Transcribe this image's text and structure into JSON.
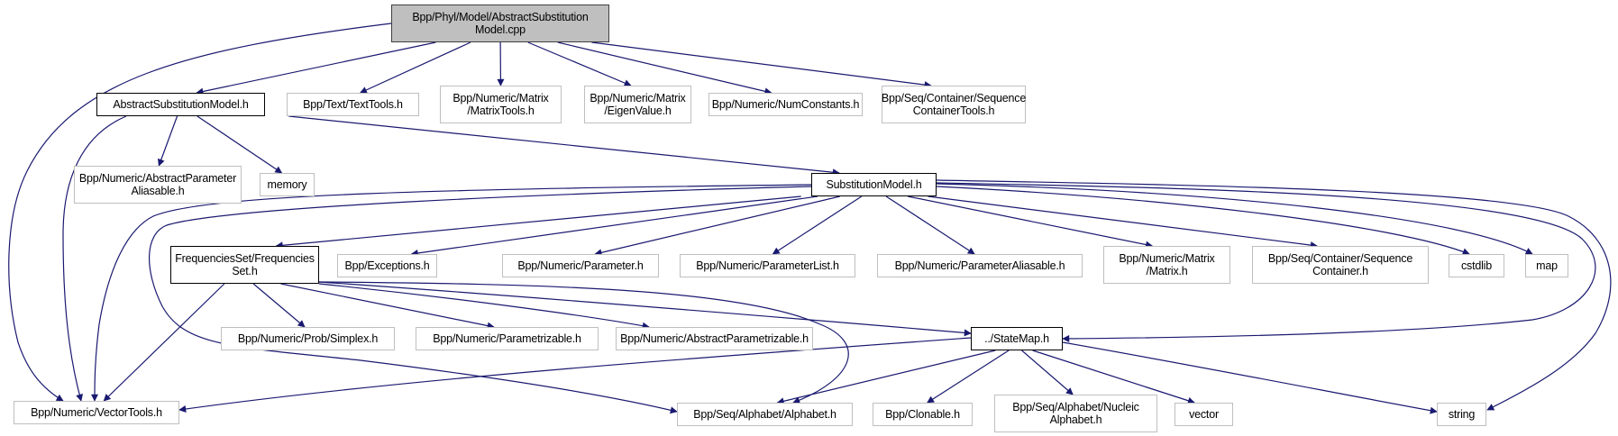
{
  "diagram": {
    "type": "include-dependency-graph",
    "edge_color": "#191970",
    "node_border_color": "#bfbfbf",
    "documented_border_color": "#000000",
    "root_fill_color": "#bfbfbf",
    "nodes": [
      {
        "id": "root",
        "label": "Bpp/Phyl/Model/AbstractSubstitution\nModel.cpp",
        "kind": "root"
      },
      {
        "id": "asm_h",
        "label": "AbstractSubstitutionModel.h",
        "kind": "documented"
      },
      {
        "id": "texttools",
        "label": "Bpp/Text/TextTools.h",
        "kind": "external"
      },
      {
        "id": "matrixtools",
        "label": "Bpp/Numeric/Matrix\n/MatrixTools.h",
        "kind": "external"
      },
      {
        "id": "eigenvalue",
        "label": "Bpp/Numeric/Matrix\n/EigenValue.h",
        "kind": "external"
      },
      {
        "id": "numconstants",
        "label": "Bpp/Numeric/NumConstants.h",
        "kind": "external"
      },
      {
        "id": "seqconttools",
        "label": "Bpp/Seq/Container/Sequence\nContainerTools.h",
        "kind": "external"
      },
      {
        "id": "absparamalias",
        "label": "Bpp/Numeric/AbstractParameter\nAliasable.h",
        "kind": "external"
      },
      {
        "id": "memory",
        "label": "memory",
        "kind": "external"
      },
      {
        "id": "sm_h",
        "label": "SubstitutionModel.h",
        "kind": "documented"
      },
      {
        "id": "freqset",
        "label": "FrequenciesSet/Frequencies\nSet.h",
        "kind": "documented"
      },
      {
        "id": "exceptions",
        "label": "Bpp/Exceptions.h",
        "kind": "external"
      },
      {
        "id": "parameter",
        "label": "Bpp/Numeric/Parameter.h",
        "kind": "external"
      },
      {
        "id": "paramlist",
        "label": "Bpp/Numeric/ParameterList.h",
        "kind": "external"
      },
      {
        "id": "paramalias",
        "label": "Bpp/Numeric/ParameterAliasable.h",
        "kind": "external"
      },
      {
        "id": "matrix",
        "label": "Bpp/Numeric/Matrix\n/Matrix.h",
        "kind": "external"
      },
      {
        "id": "seqcont",
        "label": "Bpp/Seq/Container/Sequence\nContainer.h",
        "kind": "external"
      },
      {
        "id": "cstdlib",
        "label": "cstdlib",
        "kind": "external"
      },
      {
        "id": "map",
        "label": "map",
        "kind": "external"
      },
      {
        "id": "simplex",
        "label": "Bpp/Numeric/Prob/Simplex.h",
        "kind": "external"
      },
      {
        "id": "parametrizable",
        "label": "Bpp/Numeric/Parametrizable.h",
        "kind": "external"
      },
      {
        "id": "absparametrizable",
        "label": "Bpp/Numeric/AbstractParametrizable.h",
        "kind": "external"
      },
      {
        "id": "statemap",
        "label": "../StateMap.h",
        "kind": "documented"
      },
      {
        "id": "vectortools",
        "label": "Bpp/Numeric/VectorTools.h",
        "kind": "external"
      },
      {
        "id": "alphabet",
        "label": "Bpp/Seq/Alphabet/Alphabet.h",
        "kind": "external"
      },
      {
        "id": "clonable",
        "label": "Bpp/Clonable.h",
        "kind": "external"
      },
      {
        "id": "nucleic",
        "label": "Bpp/Seq/Alphabet/Nucleic\nAlphabet.h",
        "kind": "external"
      },
      {
        "id": "vector",
        "label": "vector",
        "kind": "external"
      },
      {
        "id": "string",
        "label": "string",
        "kind": "external"
      }
    ],
    "edges": [
      [
        "root",
        "asm_h"
      ],
      [
        "root",
        "texttools"
      ],
      [
        "root",
        "matrixtools"
      ],
      [
        "root",
        "eigenvalue"
      ],
      [
        "root",
        "numconstants"
      ],
      [
        "root",
        "seqconttools"
      ],
      [
        "root",
        "vectortools"
      ],
      [
        "asm_h",
        "absparamalias"
      ],
      [
        "asm_h",
        "memory"
      ],
      [
        "asm_h",
        "sm_h"
      ],
      [
        "asm_h",
        "vectortools"
      ],
      [
        "sm_h",
        "freqset"
      ],
      [
        "sm_h",
        "exceptions"
      ],
      [
        "sm_h",
        "parameter"
      ],
      [
        "sm_h",
        "paramlist"
      ],
      [
        "sm_h",
        "paramalias"
      ],
      [
        "sm_h",
        "matrix"
      ],
      [
        "sm_h",
        "seqcont"
      ],
      [
        "sm_h",
        "cstdlib"
      ],
      [
        "sm_h",
        "map"
      ],
      [
        "sm_h",
        "statemap"
      ],
      [
        "sm_h",
        "string"
      ],
      [
        "sm_h",
        "vectortools"
      ],
      [
        "sm_h",
        "alphabet"
      ],
      [
        "freqset",
        "simplex"
      ],
      [
        "freqset",
        "parametrizable"
      ],
      [
        "freqset",
        "absparametrizable"
      ],
      [
        "freqset",
        "statemap"
      ],
      [
        "freqset",
        "alphabet"
      ],
      [
        "freqset",
        "vectortools"
      ],
      [
        "statemap",
        "vectortools"
      ],
      [
        "statemap",
        "alphabet"
      ],
      [
        "statemap",
        "clonable"
      ],
      [
        "statemap",
        "nucleic"
      ],
      [
        "statemap",
        "vector"
      ],
      [
        "statemap",
        "string"
      ]
    ]
  }
}
